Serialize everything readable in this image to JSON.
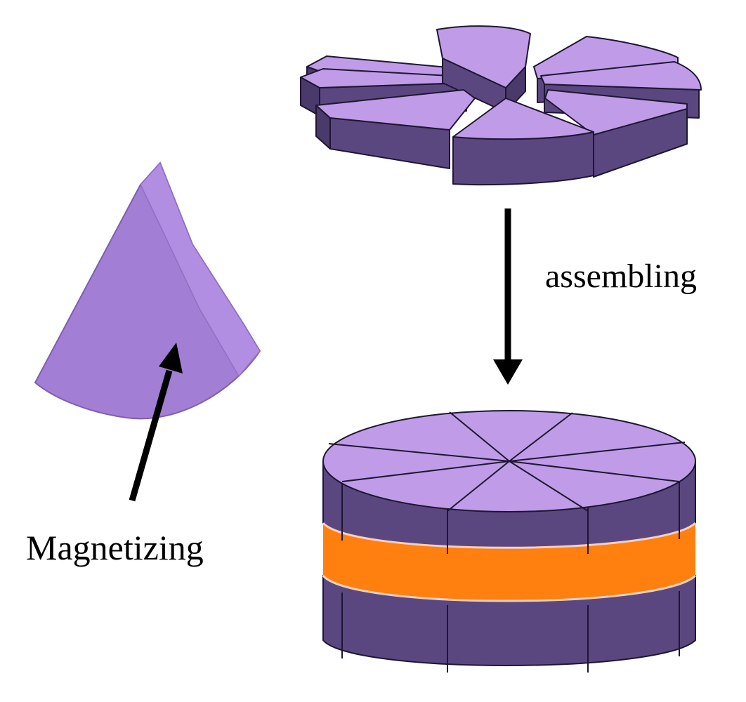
{
  "labels": {
    "assembling": "assembling",
    "magnetizing": "Magnetizing"
  },
  "colors": {
    "segment_top": "#c09ce8",
    "segment_side": "#5b4780",
    "segment_side_dark": "#4a3a6c",
    "outline": "#1e1632",
    "spacer": "#ff7f0f",
    "single_segment": "#a27ed4",
    "arrow": "#000000"
  },
  "icons": [
    "single-magnet-segment",
    "exploded-segment-ring",
    "assembled-magnet-stack",
    "arrow"
  ]
}
